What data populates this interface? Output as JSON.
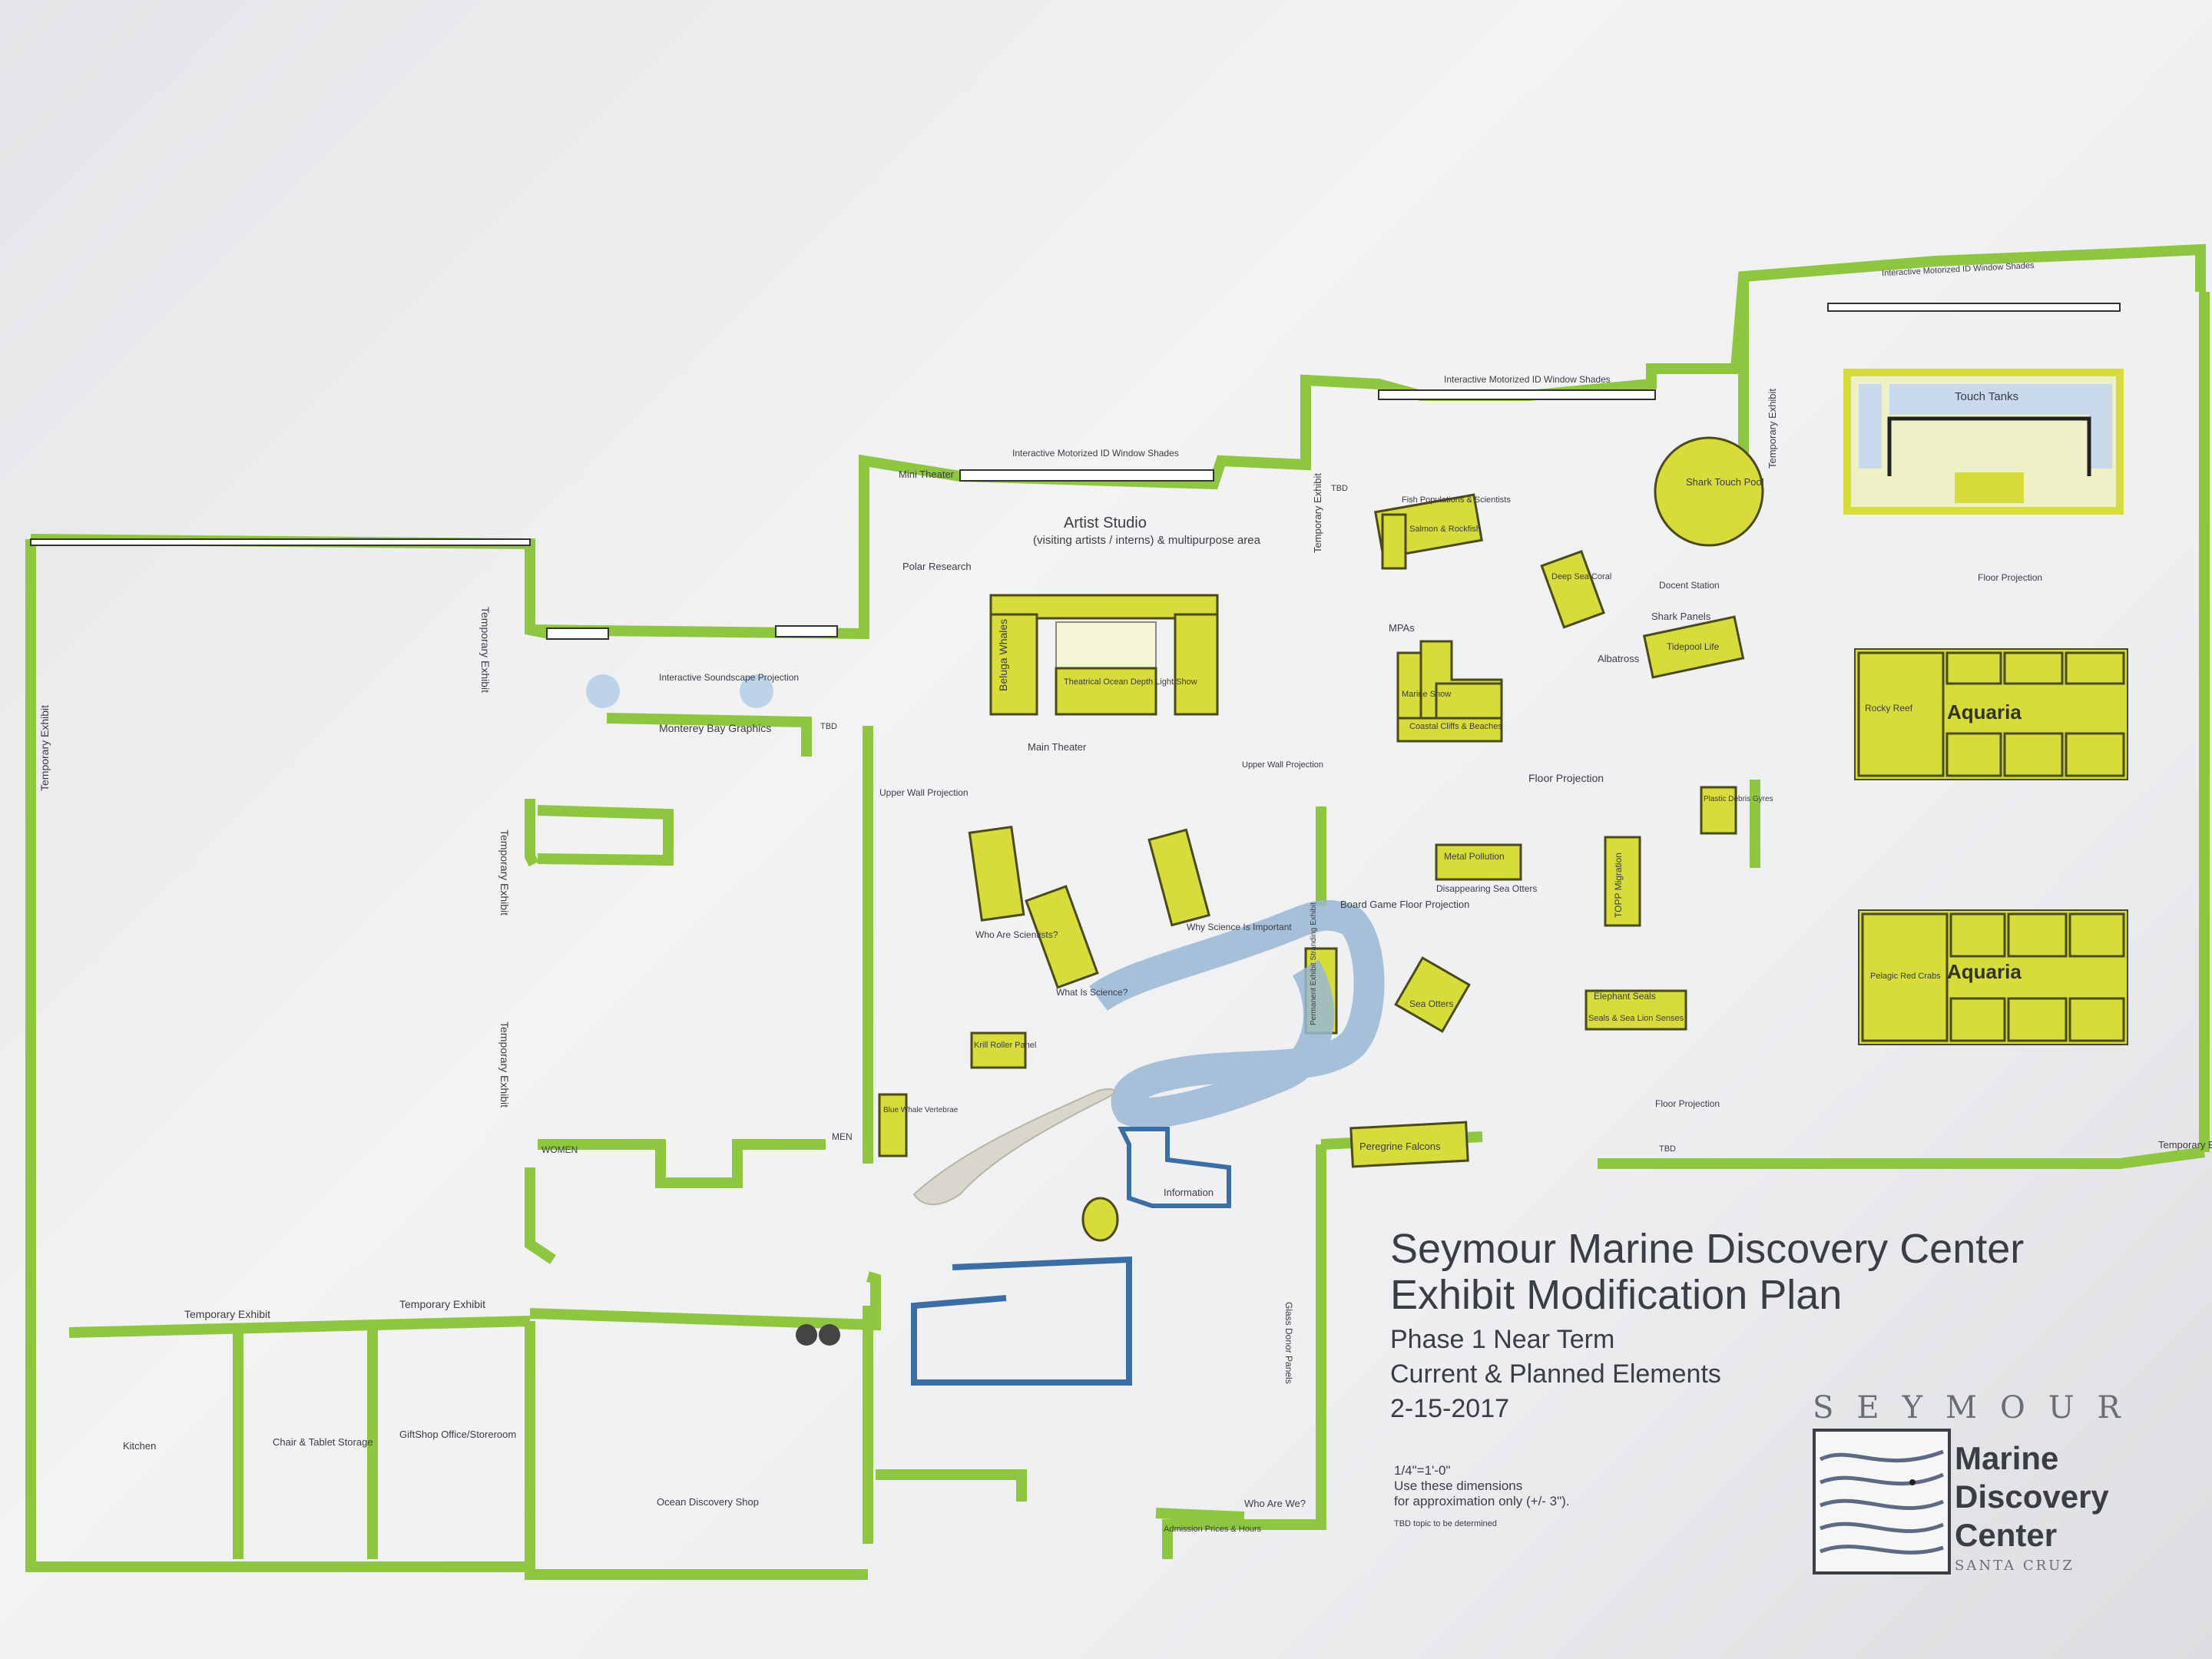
{
  "title_block": {
    "line1": "Seymour Marine Discovery Center",
    "line2": "Exhibit Modification Plan",
    "line3": "Phase 1 Near Term",
    "line4": "Current & Planned Elements",
    "date": "2-15-2017",
    "scale": "1/4\"=1'-0\"",
    "scale_note1": "Use these dimensions",
    "scale_note2": "for approximation only (+/- 3\").",
    "tbd_note": "TBD  topic to be determined"
  },
  "logo": {
    "top_word": "SEYMOUR",
    "l1": "Marine",
    "l2": "Discovery",
    "l3": "Center",
    "bottom": "SANTA CRUZ"
  },
  "rooms": {
    "temporary_exhibit": "Temporary Exhibit",
    "kitchen": "Kitchen",
    "chair_storage": "Chair & Tablet Storage",
    "giftshop_office": "GiftShop Office/Storeroom",
    "ocean_shop": "Ocean Discovery Shop",
    "women": "WOMEN",
    "men": "MEN",
    "artist_studio": "Artist Studio",
    "artist_studio_sub": "(visiting artists / interns) & multipurpose area",
    "mini_theater": "Mini Theater",
    "polar_research": "Polar Research",
    "main_theater": "Main Theater",
    "information": "Information",
    "admission": "Admission Prices & Hours",
    "who_are_we": "Who Are We?",
    "glass_donor": "Glass Donor Panels",
    "peregrine": "Peregrine Falcons",
    "floor_projection": "Floor Projection",
    "board_game": "Board Game Floor Projection",
    "touch_tanks": "Touch Tanks",
    "shark_pool": "Shark Touch Pool",
    "aquaria": "Aquaria",
    "docent_station": "Docent Station",
    "albatross": "Albatross",
    "window_shades": "Interactive Motorized ID Window Shades",
    "monterey_bay": "Monterey Bay Graphics",
    "soundscape": "Interactive Soundscape Projection",
    "upper_wall": "Upper Wall Projection",
    "tbd": "TBD"
  },
  "exhibits": [
    {
      "id": "beluga",
      "label": "Beluga Whales"
    },
    {
      "id": "theatrical",
      "label": "Theatrical Ocean Depth Light Show"
    },
    {
      "id": "who_scientists",
      "label": "Who Are Scientists?"
    },
    {
      "id": "what_science",
      "label": "What Is Science?"
    },
    {
      "id": "why_science",
      "label": "Why Science Is Important"
    },
    {
      "id": "krill",
      "label": "Krill Roller Panel"
    },
    {
      "id": "fish_pop",
      "label": "Fish Populations & Scientists"
    },
    {
      "id": "salmon",
      "label": "Salmon & Rockfish"
    },
    {
      "id": "marine_snow",
      "label": "Marine Snow"
    },
    {
      "id": "coastal",
      "label": "Coastal Cliffs & Beaches"
    },
    {
      "id": "deep_sea",
      "label": "Deep Sea Coral"
    },
    {
      "id": "tidepool",
      "label": "Tidepool Life"
    },
    {
      "id": "metal",
      "label": "Metal Pollution"
    },
    {
      "id": "otters",
      "label": "Disappearing Sea Otters"
    },
    {
      "id": "sea_otters",
      "label": "Sea Otters"
    },
    {
      "id": "elephant",
      "label": "Elephant Seals"
    },
    {
      "id": "seals",
      "label": "Seals & Sea Lion Senses"
    },
    {
      "id": "topp",
      "label": "TOPP Migration"
    },
    {
      "id": "plastic",
      "label": "Plastic Debris Gyres"
    },
    {
      "id": "blue_whale",
      "label": "Blue Whale Vertebrae"
    },
    {
      "id": "permanent",
      "label": "Permanent Exhibit Stranding Exhibit"
    },
    {
      "id": "rocky_reef",
      "label": "Rocky Reef"
    },
    {
      "id": "pelagic",
      "label": "Pelagic Red Crabs"
    },
    {
      "id": "shark_panels",
      "label": "Shark Panels"
    },
    {
      "id": "mpas",
      "label": "MPAs"
    }
  ]
}
